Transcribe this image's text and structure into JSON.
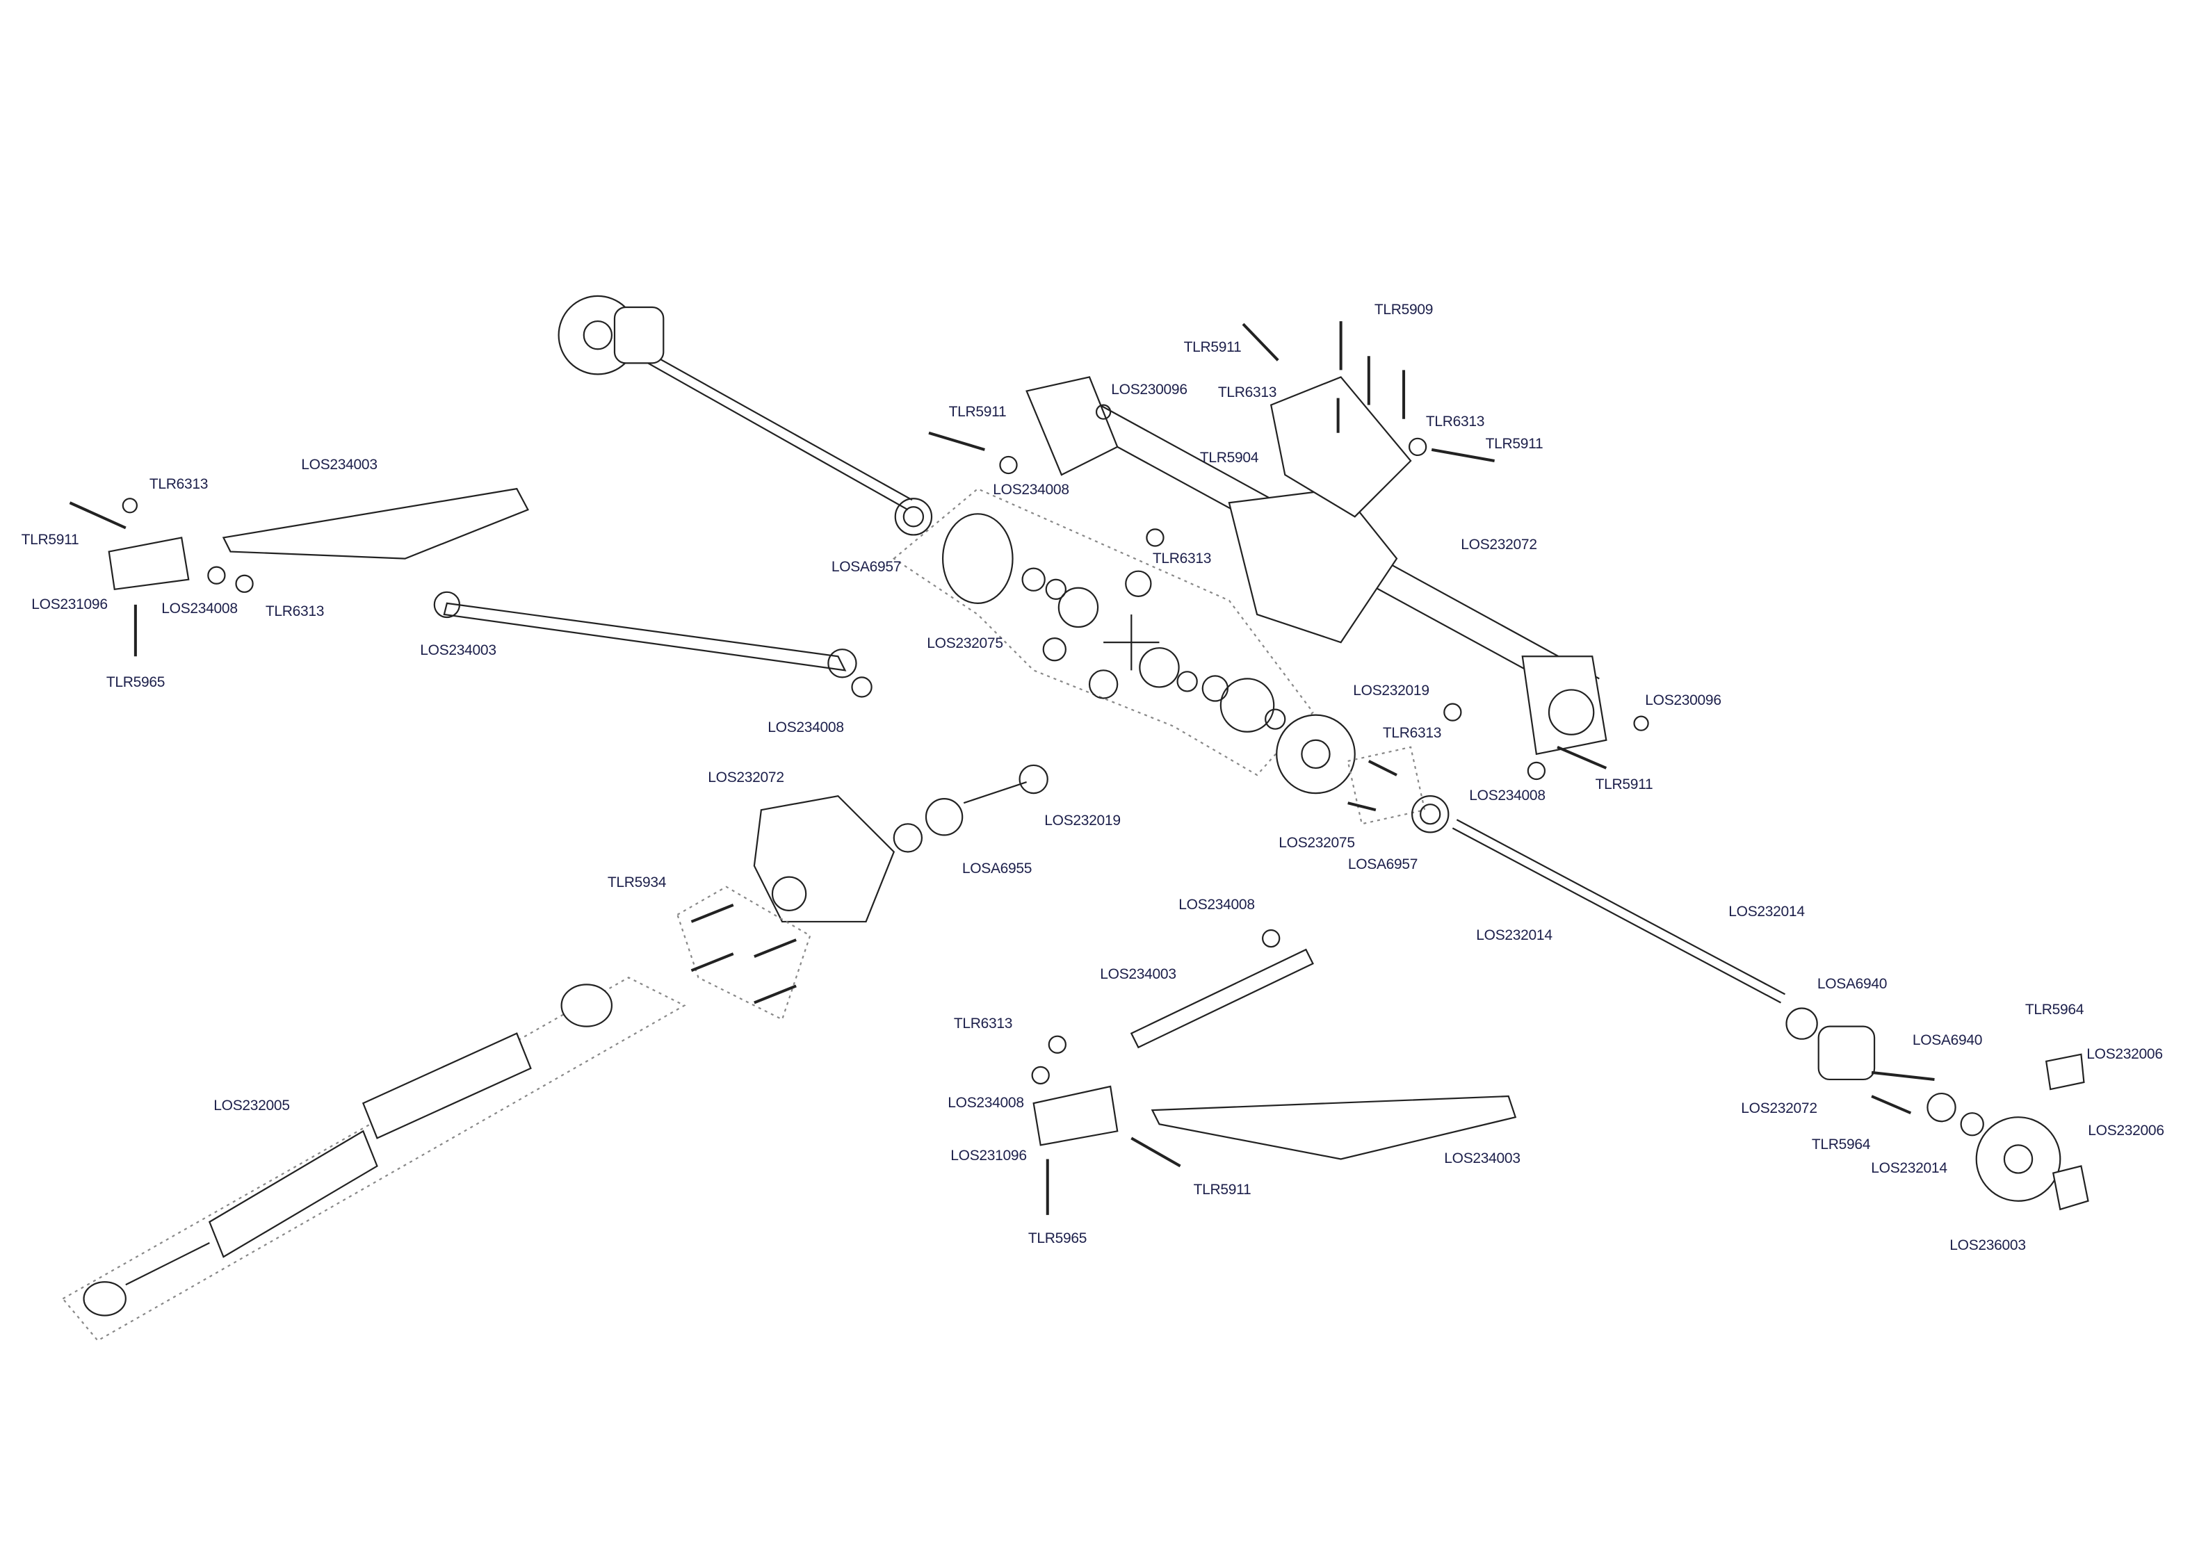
{
  "diagram": {
    "type": "exploded-parts-view",
    "part_labels": [
      "TLR5909",
      "TLR5911",
      "TLR6313",
      "LOS230096",
      "TLR5911",
      "TLR6313",
      "TLR5911",
      "TLR5904",
      "LOS234008",
      "LOS232072",
      "TLR6313",
      "LOS234003",
      "TLR6313",
      "TLR5911",
      "LOSA6957",
      "LOS231096",
      "LOS234008",
      "TLR6313",
      "LOS234003",
      "LOS232075",
      "TLR5965",
      "LOS232019",
      "LOS230096",
      "LOS234008",
      "TLR6313",
      "LOS232072",
      "LOS234008",
      "TLR5911",
      "LOS232019",
      "LOS232075",
      "LOSA6957",
      "LOSA6955",
      "TLR5934",
      "LOS234008",
      "LOS232014",
      "LOS232014",
      "LOS234003",
      "LOSA6940",
      "TLR6313",
      "TLR5964",
      "LOSA6940",
      "LOS232006",
      "LOS234008",
      "LOS232005",
      "LOS232072",
      "LOS231096",
      "LOS234003",
      "TLR5964",
      "LOS232014",
      "LOS232006",
      "TLR5911",
      "TLR5965",
      "LOS236003"
    ],
    "line_color": "#222222",
    "label_color": "#1c1f4a"
  }
}
